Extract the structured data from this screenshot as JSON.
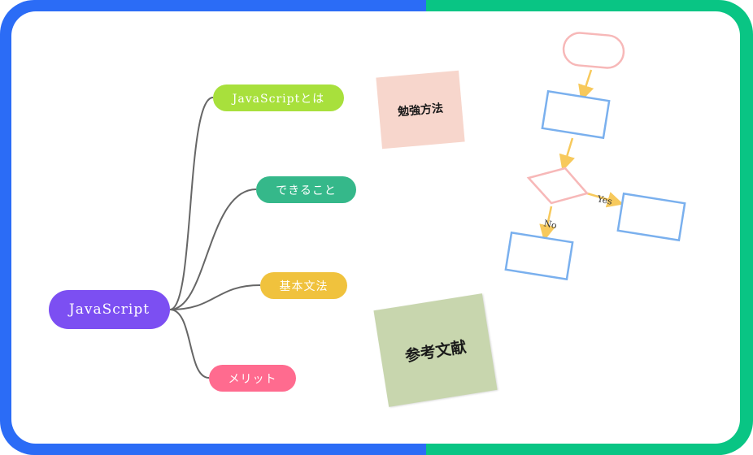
{
  "mindmap": {
    "root": {
      "label": "JavaScript"
    },
    "children": [
      {
        "label": "JavaScriptとは"
      },
      {
        "label": "できること"
      },
      {
        "label": "基本文法"
      },
      {
        "label": "メリット"
      }
    ]
  },
  "stickies": [
    {
      "text": "勉強方法"
    },
    {
      "text": "参考文献"
    }
  ],
  "flowchart": {
    "yes_label": "Yes",
    "no_label": "No"
  },
  "colors": {
    "frame_left": "#2b6cf6",
    "frame_right": "#09c584",
    "root": "#7c4ff2",
    "child_1": "#a8e03c",
    "child_2": "#35b88a",
    "child_3": "#f0c23d",
    "child_4": "#ff6b8f",
    "flow_box": "#7ab0ee",
    "flow_terminal": "#f7b8b8",
    "flow_arrow": "#f7c95c"
  }
}
